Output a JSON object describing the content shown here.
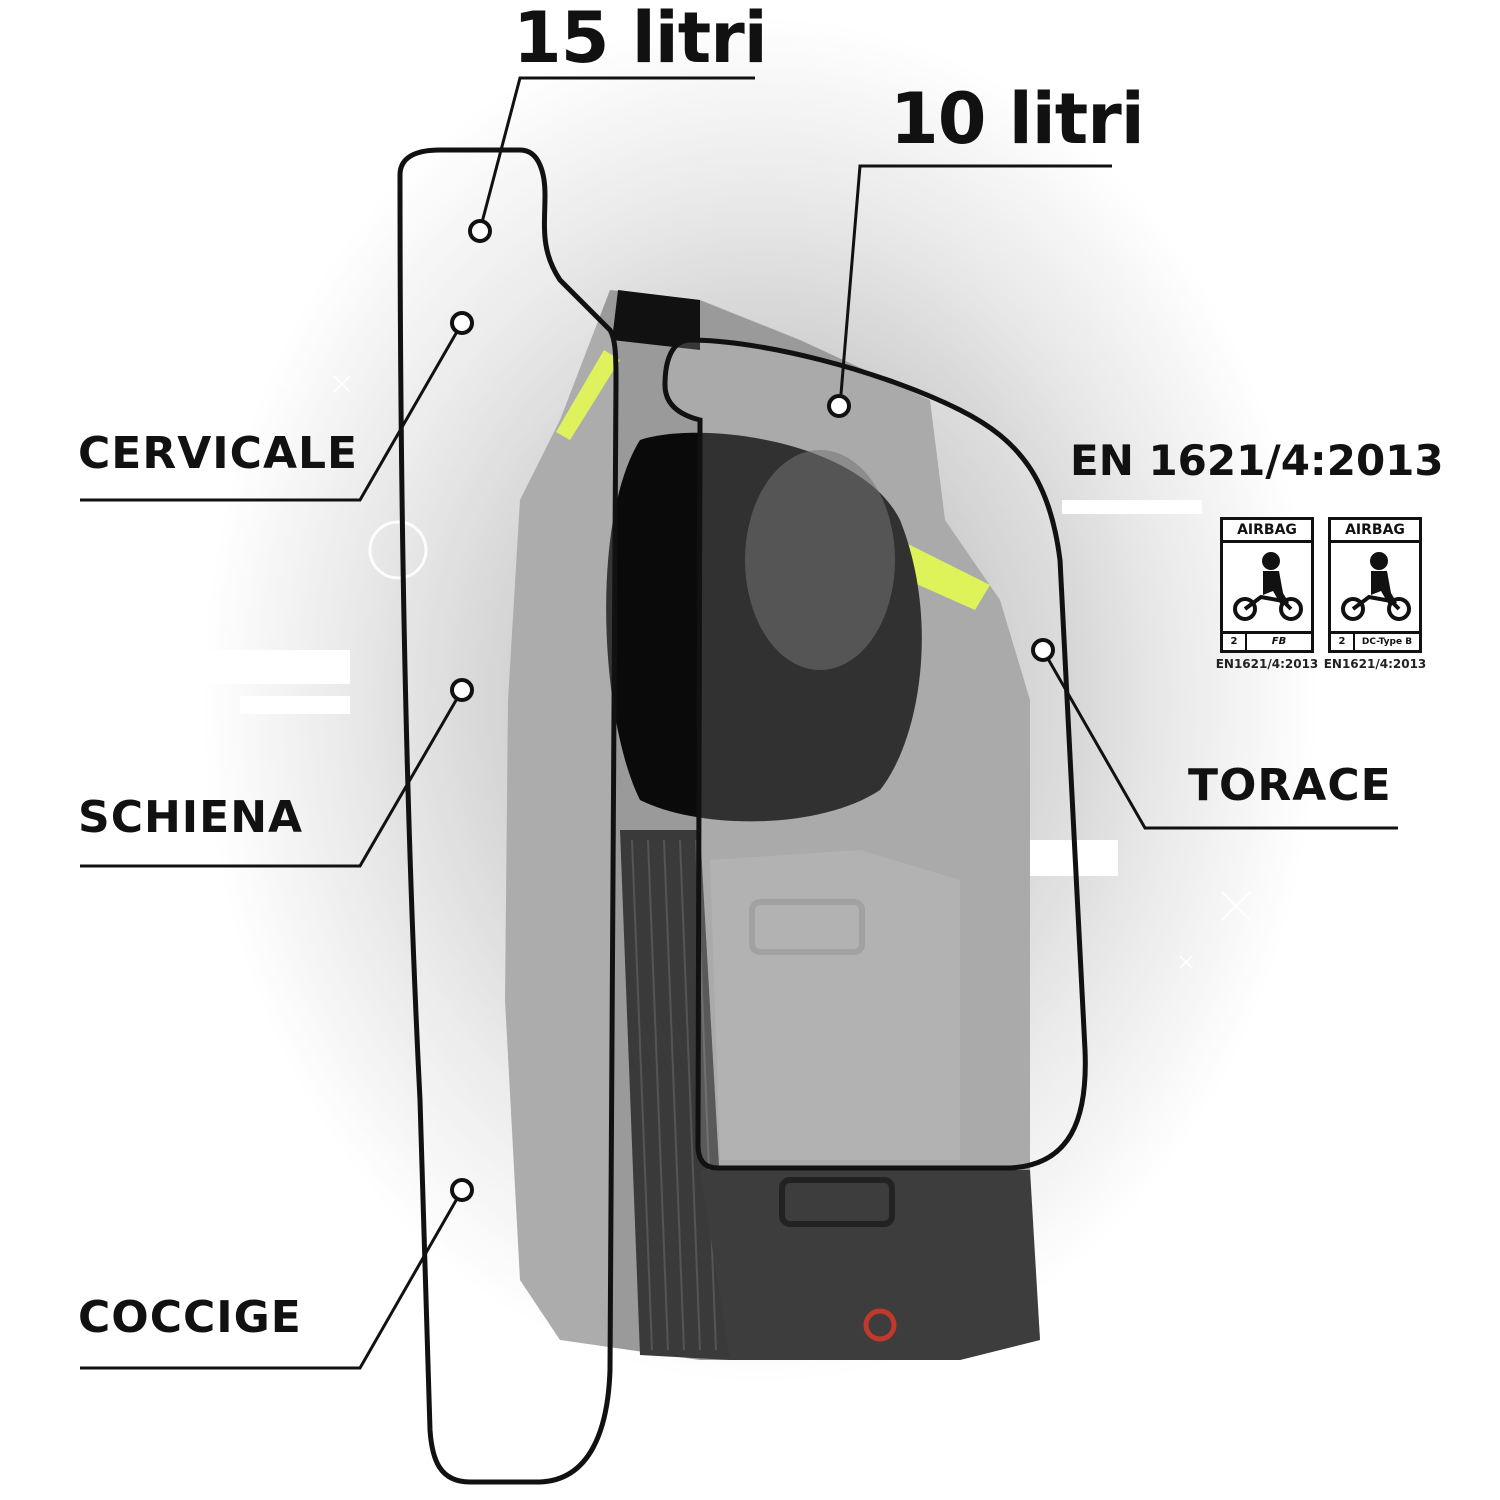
{
  "volumes": {
    "back_volume": "15 litri",
    "front_volume": "10 litri"
  },
  "zones": {
    "cervical": "CERVICALE",
    "back": "SCHIENA",
    "coccyx": "COCCIGE",
    "chest": "TORACE"
  },
  "standard": {
    "code": "EN 1621/4:2013",
    "certifications": [
      {
        "head": "AIRBAG",
        "level": "2",
        "type": "FB",
        "norm": "EN1621/4:2013",
        "icon": "motorcyclist-icon"
      },
      {
        "head": "AIRBAG",
        "level": "2",
        "type": "DC-Type B",
        "norm": "EN1621/4:2013",
        "icon": "motorcyclist-icon"
      }
    ]
  },
  "colors": {
    "vest_grey": "#9a9a9a",
    "vest_dark": "#3a3a3a",
    "accent_yellow": "#d8f03a",
    "outline": "#111111"
  }
}
